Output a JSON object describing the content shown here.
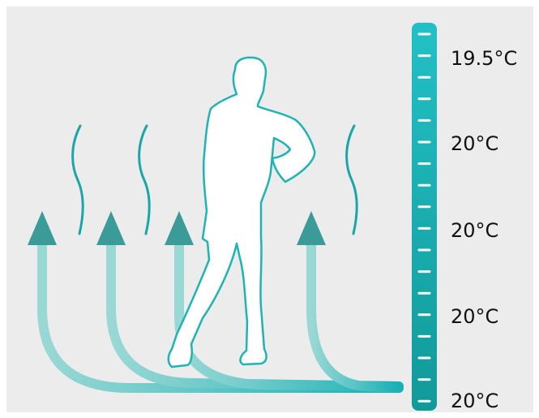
{
  "diagram": {
    "description_text": "",
    "colors": {
      "background": "#ececec",
      "teal_dark": "#1aa6a8",
      "teal_light": "#8fd8d4",
      "arrow_dark": "#3a9b98",
      "arrow_light": "#7ccfcb",
      "bar_dark": "#119c9c",
      "bar_light": "#22bfc5",
      "figure_fill": "#ffffff",
      "figure_outline": "#1fb3b3"
    },
    "icons": {
      "person": "person-silhouette-icon",
      "arrow": "up-arrow-icon",
      "wave": "heat-wave-icon",
      "scale": "thermometer-scale-icon"
    },
    "temperature_labels": [
      "19.5°C",
      "20°C",
      "20°C",
      "20°C",
      "20°C"
    ]
  }
}
